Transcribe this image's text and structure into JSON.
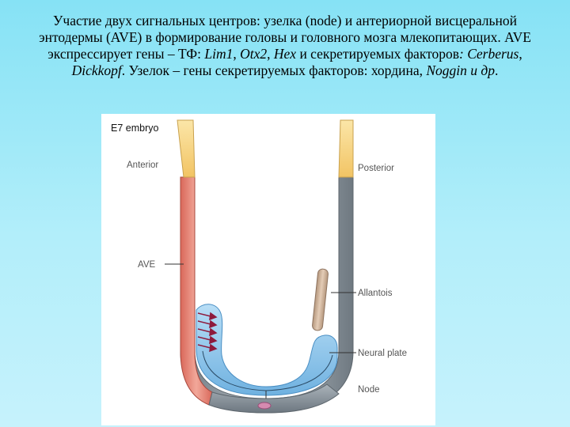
{
  "caption": {
    "s1": "Участие двух сигнальных центров: узелка (node) и антериорной висцеральной энтодермы (AVE) в формирование головы и головного мозга млекопитающих. AVE экспрессирует гены – ТФ: ",
    "g1": "Lim1",
    "s2": ", ",
    "g2": "Otx2",
    "s3": ", ",
    "g3": "Hex",
    "s4": " и секретируемых факторов",
    "s5": ":  ",
    "g4": "Cerberus",
    "s6": ", ",
    "g5": "Dickkopf",
    "s7": ". Узелок – гены секретируемых факторов: хордина, ",
    "g6": "Noggin и др",
    "s8": "."
  },
  "figure": {
    "title": "E7 embryo",
    "labels": {
      "anterior": "Anterior",
      "posterior": "Posterior",
      "ave": "AVE",
      "allantois": "Allantois",
      "neural_plate": "Neural plate",
      "node": "Node"
    },
    "colors": {
      "ectoplacental": "#f7d98a",
      "anterior_endoderm": "#e88a78",
      "posterior_endoderm": "#8e979f",
      "neural_plate": "#8fc8ec",
      "node": "#d58bb0",
      "allantois": "#cdb29b",
      "arrows": "#8e1a3c"
    }
  }
}
